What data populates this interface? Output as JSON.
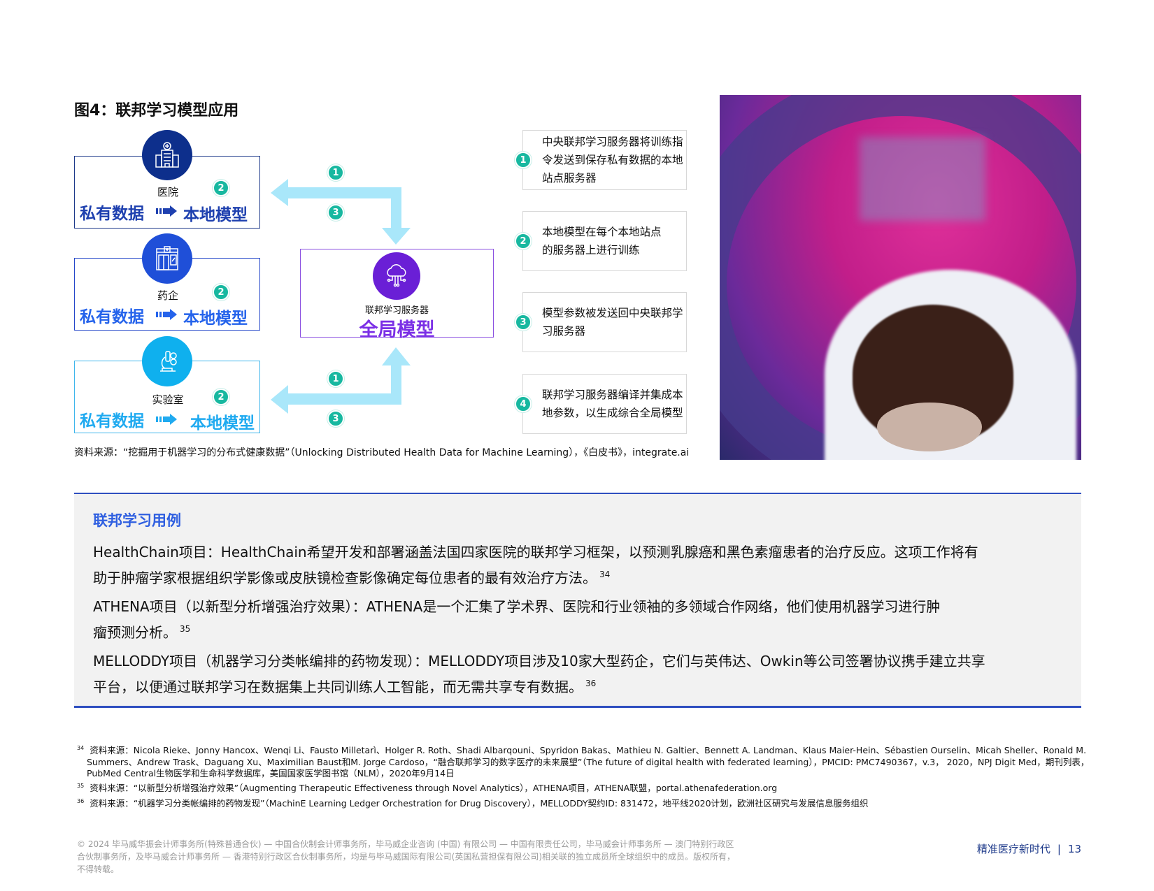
{
  "figure": {
    "title": "图4：联邦学习模型应用",
    "sites": [
      {
        "name": "医院",
        "private": "私有数据",
        "local": "本地模型",
        "step": "2"
      },
      {
        "name": "药企",
        "private": "私有数据",
        "local": "本地模型",
        "step": "2"
      },
      {
        "name": "实验室",
        "private": "私有数据",
        "local": "本地模型",
        "step": "2"
      }
    ],
    "server": {
      "label": "联邦学习服务器",
      "model": "全局模型"
    },
    "arrow_badges": {
      "upper_1": "1",
      "upper_3": "3",
      "lower_1": "1",
      "lower_3": "3"
    },
    "steps": [
      {
        "num": "1",
        "text": "中央联邦学习服务器将训练指令发送到保存私有数据的本地站点服务器"
      },
      {
        "num": "2",
        "text": "本地模型在每个本地站点的服务器上进行训练"
      },
      {
        "num": "3",
        "text": "模型参数被发送回中央联邦学习服务器"
      },
      {
        "num": "4",
        "text": "联邦学习服务器编译并集成本地参数，以生成综合全局模型"
      }
    ],
    "source": "资料来源：“挖掘用于机器学习的分布式健康数据”（Unlocking Distributed Health Data for Machine Learning），《白皮书》，integrate.ai"
  },
  "cases": {
    "heading": "联邦学习用例",
    "items": [
      {
        "lines": [
          "HealthChain项目：HealthChain希望开发和部署涵盖法国四家医院的联邦学习框架，以预测乳腺癌和黑色素瘤患者的治疗反应。这项工作将有",
          "助于肿瘤学家根据组织学影像或皮肤镜检查影像确定每位患者的最有效治疗方法。"
        ],
        "ref": "34"
      },
      {
        "lines": [
          "ATHENA项目（以新型分析增强治疗效果）：ATHENA是一个汇集了学术界、医院和行业领袖的多领域合作网络，他们使用机器学习进行肿",
          "瘤预测分析。"
        ],
        "ref": "35"
      },
      {
        "lines": [
          "MELLODDY项目（机器学习分类帐编排的药物发现）：MELLODDY项目涉及10家大型药企，它们与英伟达、Owkin等公司签署协议携手建立共享",
          "平台，以便通过联邦学习在数据集上共同训练人工智能，而无需共享专有数据。"
        ],
        "ref": "36"
      }
    ]
  },
  "footnotes": [
    {
      "num": "34",
      "lines": [
        "资料来源：Nicola Rieke、Jonny Hancox、Wenqi Li、Fausto Milletarì、Holger R. Roth、Shadi Albarqouni、Spyridon Bakas、Mathieu N. Galtier、Bennett A. Landman、Klaus Maier-Hein、Sébastien Ourselin、Micah Sheller、Ronald M.",
        "Summers、Andrew Trask、Daguang Xu、Maximilian Baust和M. Jorge Cardoso，“融合联邦学习的数字医疗的未来展望”（The future of digital health with federated learning），PMCID: PMC7490367，v.3， 2020，NPJ Digit Med，期刊列表，",
        "PubMed Central生物医学和生命科学数据库，美国国家医学图书馆（NLM），2020年9月14日"
      ]
    },
    {
      "num": "35",
      "lines": [
        "资料来源：“以新型分析增强治疗效果”（Augmenting Therapeutic Effectiveness through Novel Analytics），ATHENA项目，ATHENA联盟，portal.athenafederation.org"
      ]
    },
    {
      "num": "36",
      "lines": [
        "资料来源：“机器学习分类帐编排的药物发现”（MachinE Learning Ledger Orchestration for Drug Discovery），MELLODDY契约ID: 831472，地平线2020计划，欧洲社区研究与发展信息服务组织"
      ]
    }
  ],
  "footer": {
    "copyright": "© 2024 毕马威华振会计师事务所(特殊普通合伙) — 中国合伙制会计师事务所，毕马威企业咨询 (中国) 有限公司 — 中国有限责任公司，毕马威会计师事务所 — 澳门特别行政区合伙制事务所，及毕马威会计师事务所 — 香港特别行政区合伙制事务所，均是与毕马威国际有限公司(英国私营担保有限公司)相关联的独立成员所全球组织中的成员。版权所有，不得转载。",
    "publication": "精准医疗新时代",
    "page": "13"
  },
  "colors": {
    "hospital": "#0d2f8c",
    "pharma": "#1f4fd8",
    "lab": "#0fb0ee",
    "teal": "#17b8a0",
    "arrow": "#a9e7fa",
    "purple": "#6a1fd6",
    "heading": "#2f5fe0"
  }
}
